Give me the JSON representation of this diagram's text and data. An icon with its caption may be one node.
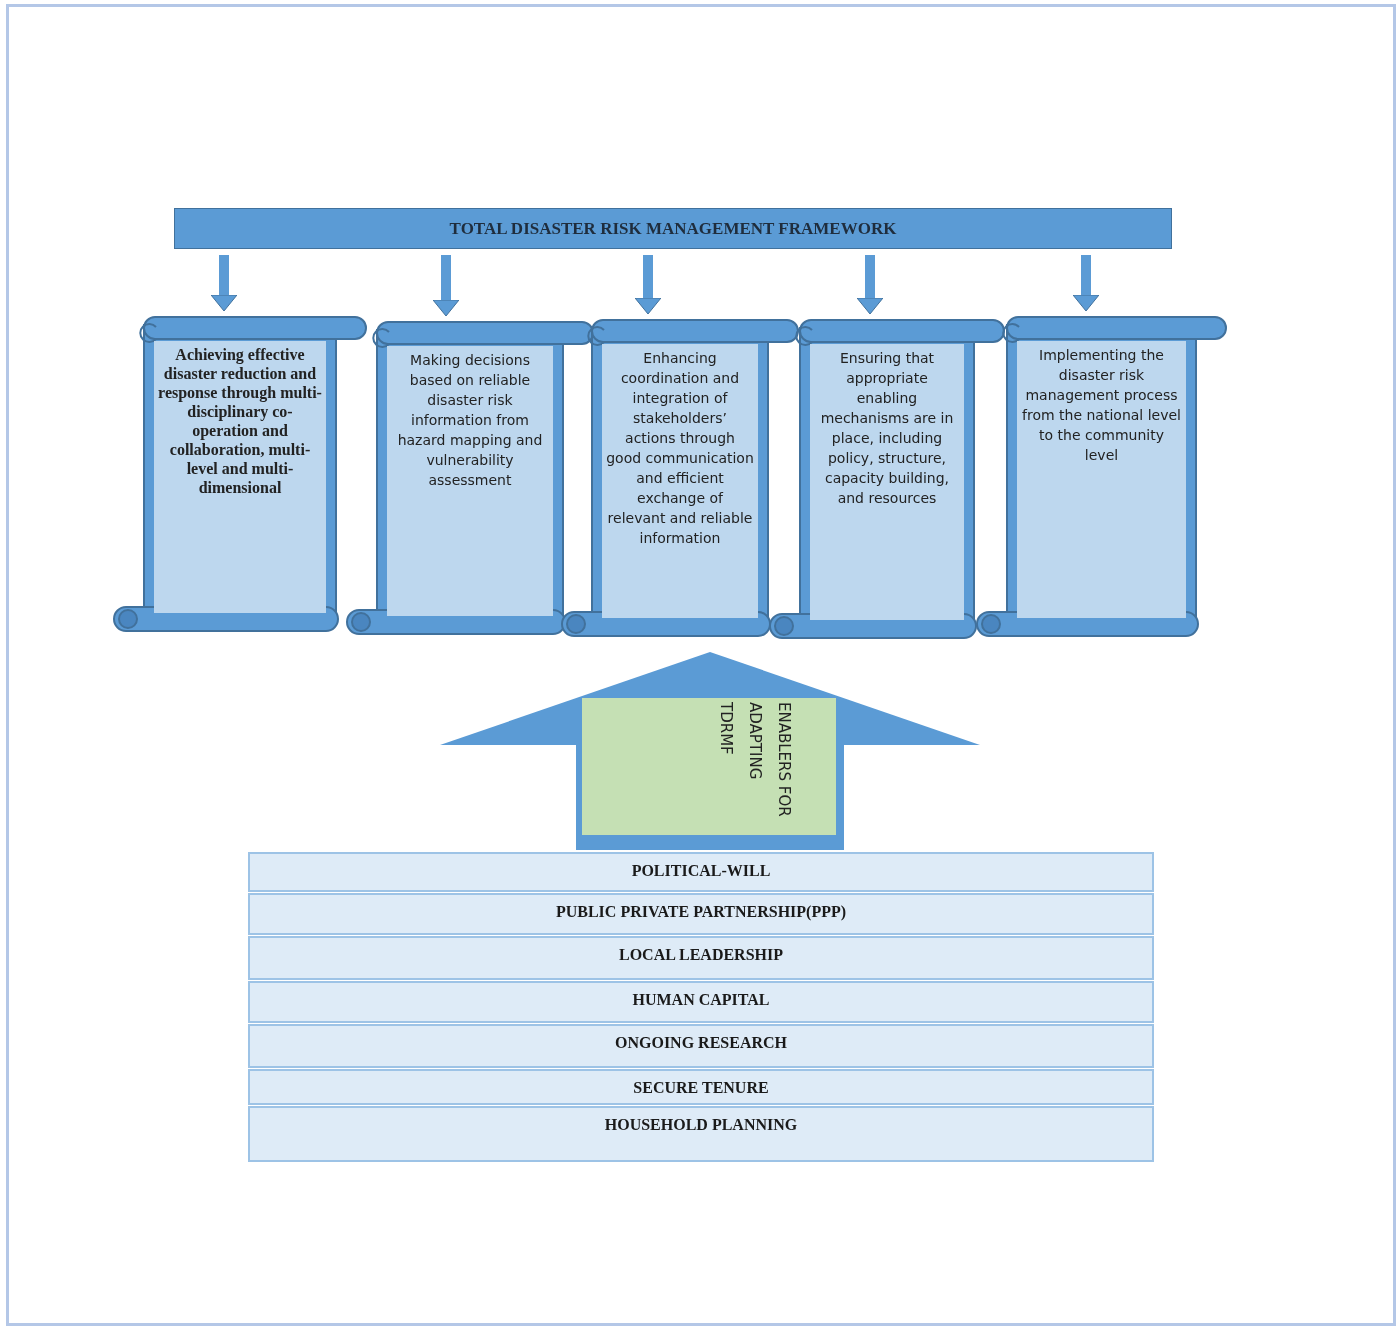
{
  "diagram": {
    "nodes": [
      {
        "text": [
          "TOTAL DISASTER RISK MANAGEMENT FRAMEWORK"
        ]
      },
      {
        "text": [
          "Achieving effective disaster reduction and response through multi-disciplinary co-operation and collaboration, multi-level and multi-dimensional"
        ]
      },
      {
        "text": [
          "Making decisions based on reliable disaster risk information from hazard mapping and vulnerability assessment"
        ]
      },
      {
        "text": [
          "Enhancing coordination and integration of stakeholders’ actions through good communication and efficient exchange of relevant and reliable information"
        ]
      },
      {
        "text": [
          "Ensuring that appropriate enabling mechanisms are in place, including policy, structure, capacity building, and resources"
        ]
      },
      {
        "text": [
          "Implementing the disaster risk management process from the national level to the community level"
        ]
      },
      {
        "text": [
          "POLITICAL-WILL"
        ]
      },
      {
        "text": [
          "PUBLIC PRIVATE PARTNERSHIP(PPP)"
        ]
      },
      {
        "text": [
          "LOCAL LEADERSHIP"
        ]
      },
      {
        "text": [
          "HUMAN CAPITAL"
        ]
      },
      {
        "text": [
          "ONGOING RESEARCH"
        ]
      },
      {
        "text": [
          "SECURE TENURE"
        ]
      },
      {
        "text": [
          "HOUSEHOLD PLANNING"
        ]
      }
    ],
    "edges": [
      {
        "from": 0,
        "to": 1,
        "arrow": "to"
      },
      {
        "from": 0,
        "to": 2,
        "arrow": "to"
      },
      {
        "from": 0,
        "to": 3,
        "arrow": "to"
      },
      {
        "from": 0,
        "to": 4,
        "arrow": "to"
      },
      {
        "from": 0,
        "to": 5,
        "arrow": "to"
      },
      {
        "from": 6,
        "to": 3,
        "arrow": "to",
        "label": "ENABLERS FOR ADAPTING TDRMF",
        "style": "thick"
      }
    ]
  }
}
